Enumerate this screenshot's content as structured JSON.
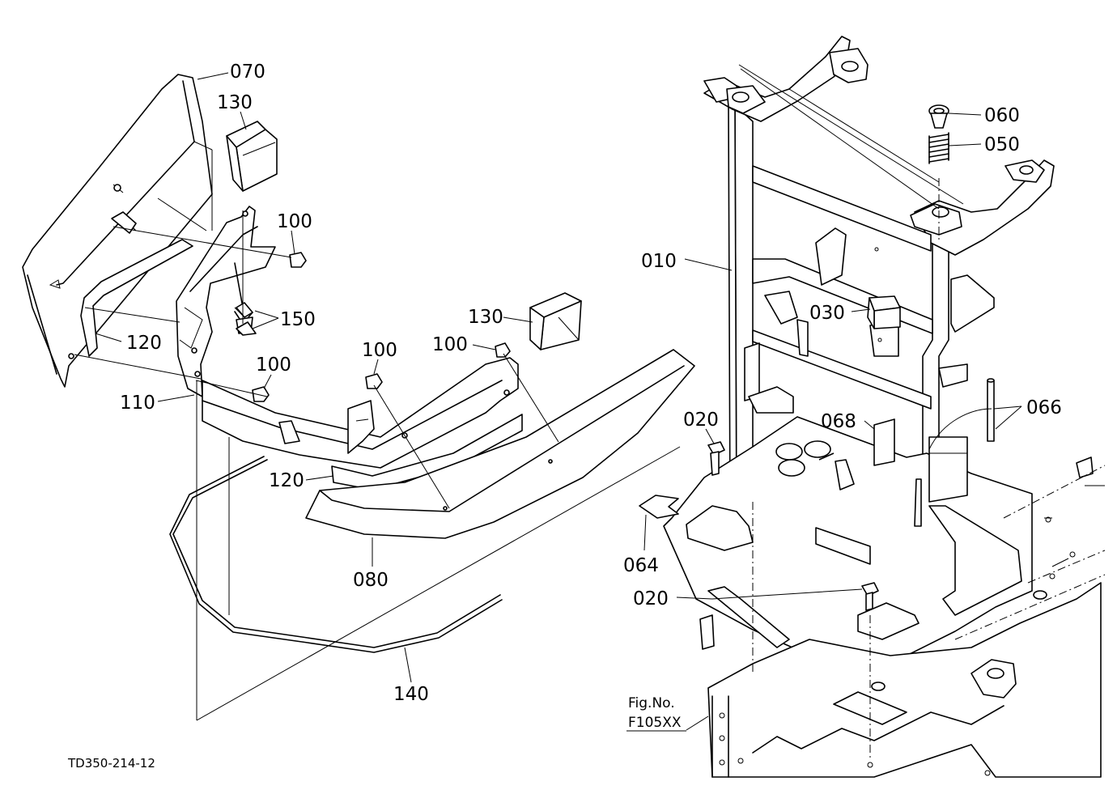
{
  "drawing_code": "TD350-214-12",
  "figure_reference": {
    "line1": "Fig.No.",
    "line2": "F105XX"
  },
  "callouts": {
    "p070": "070",
    "p130a": "130",
    "p130b": "130",
    "p100a": "100",
    "p100b": "100",
    "p100c": "100",
    "p100d": "100",
    "p150": "150",
    "p120a": "120",
    "p120b": "120",
    "p110": "110",
    "p080": "080",
    "p140": "140",
    "p010": "010",
    "p060": "060",
    "p050": "050",
    "p030": "030",
    "p068": "068",
    "p066": "066",
    "p020a": "020",
    "p020b": "020",
    "p064": "064"
  }
}
